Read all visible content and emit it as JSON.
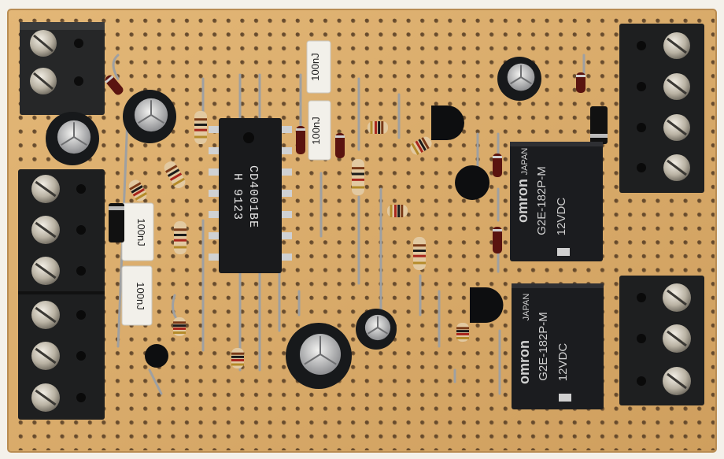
{
  "ic": {
    "part_number": "CD4001BE",
    "date_code": "H 9123"
  },
  "capacitor_label": "100nJ",
  "relay": {
    "brand": "omron",
    "country": "JAPAN",
    "model": "G2E-182P-M",
    "voltage": "12VDC"
  },
  "colors": {
    "pcb": "#d9ac6b",
    "hole": "#8a6a45",
    "terminal": "#1e1f20",
    "relay": "#1b1c1f",
    "ic": "#191a1c",
    "cap_film": "#f2f0ea",
    "electrolytic": "#17191b",
    "resistor": "#e2c9a1",
    "diode": "#5a1410",
    "transistor": "#0d0e10"
  }
}
